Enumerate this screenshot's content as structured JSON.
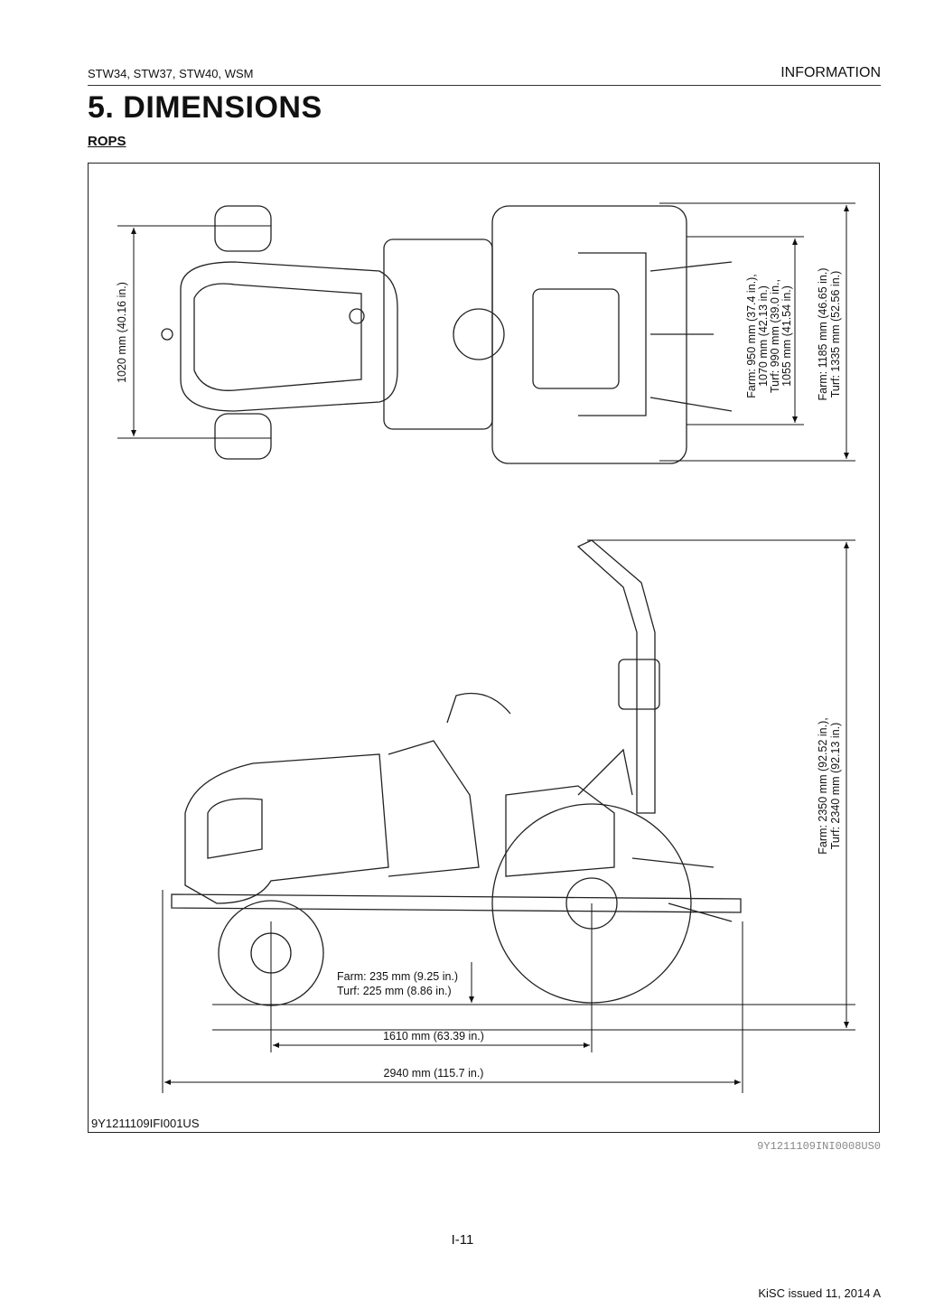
{
  "header": {
    "models": "STW34, STW37, STW40, WSM",
    "section": "INFORMATION"
  },
  "title": "5.  DIMENSIONS",
  "subtitle": "ROPS",
  "top_view": {
    "tread_front": "1020 mm (40.16 in.)",
    "tread_rear_lines": [
      "Farm: 950 mm (37.4 in.),",
      "1070 mm (42.13 in.)",
      "Turf: 990 mm (39.0 in.,",
      "1055 mm (41.54 in.)"
    ],
    "overall_width_lines": [
      "Farm: 1185 mm (46.65 in.)",
      "Turf: 1335 mm (52.56 in.)"
    ]
  },
  "side_view": {
    "height_lines": [
      "Farm: 2350 mm (92.52 in.),",
      "Turf: 2340 mm (92.13 in.)"
    ],
    "clearance_lines": [
      "Farm: 235 mm (9.25 in.)",
      "Turf: 225 mm (8.86 in.)"
    ],
    "wheelbase": "1610 mm (63.39 in.)",
    "overall_length": "2940 mm (115.7 in.)"
  },
  "figure_code": "9Y1211109IFI001US",
  "reference_code": "9Y1211109INI0008US0",
  "page_number": "I-11",
  "issue": "KiSC issued 11, 2014 A"
}
